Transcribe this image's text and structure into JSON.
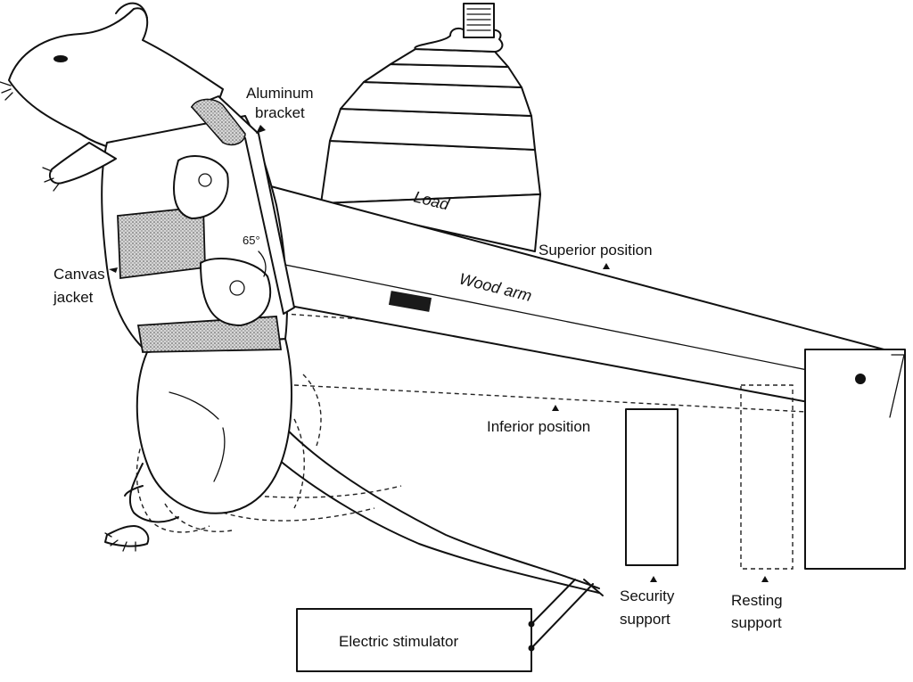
{
  "labels": {
    "aluminum_bracket_line1": "Aluminum",
    "aluminum_bracket_line2": "bracket",
    "canvas_jacket_line1": "Canvas",
    "canvas_jacket_line2": "jacket",
    "angle": "65°",
    "load": "Load",
    "wood_arm": "Wood arm",
    "superior_position": "Superior position",
    "inferior_position": "Inferior position",
    "security_support_line1": "Security",
    "security_support_line2": "support",
    "resting_support_line1": "Resting",
    "resting_support_line2": "support",
    "electric_stimulator": "Electric stimulator"
  },
  "colors": {
    "ink": "#111111",
    "jacket_fill": "#9a9a9a",
    "clamp_fill": "#1a1a1a",
    "background": "#ffffff"
  }
}
